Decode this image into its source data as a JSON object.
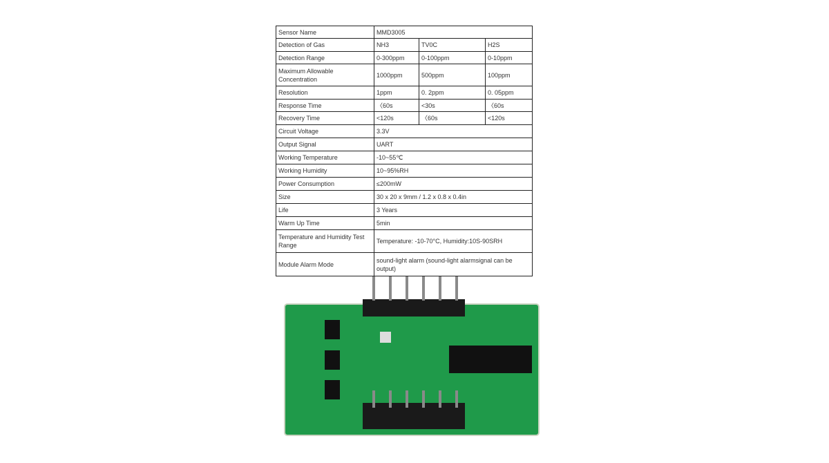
{
  "spec_table": {
    "sensor_name": {
      "label": "Sensor Name",
      "value": "MMD3005"
    },
    "gas": {
      "label": "Detection of Gas",
      "values": [
        "NH3",
        "TV0C",
        "H2S"
      ]
    },
    "range": {
      "label": "Detection Range",
      "values": [
        "0-300ppm",
        "0-100ppm",
        "0-10ppm"
      ]
    },
    "max_conc": {
      "label": "Maximum Allowable Concentration",
      "values": [
        "1000ppm",
        "500ppm",
        "100ppm"
      ]
    },
    "resolution": {
      "label": "Resolution",
      "values": [
        "1ppm",
        "0. 2ppm",
        "0. 05ppm"
      ]
    },
    "response": {
      "label": "Response Time",
      "values": [
        "〈60s",
        "<30s",
        "〈60s"
      ]
    },
    "recovery": {
      "label": "Recovery Time",
      "values": [
        "<120s",
        "〈60s",
        "<120s"
      ]
    },
    "single": [
      {
        "label": "Circuit Voltage",
        "value": "3.3V"
      },
      {
        "label": "Output Signal",
        "value": "UART"
      },
      {
        "label": "Working Temperature",
        "value": "-10~55℃"
      },
      {
        "label": "Working Humidity",
        "value": "10~95%RH"
      },
      {
        "label": "Power Consumption",
        "value": "≤200mW"
      },
      {
        "label": "Size",
        "value": "30 x 20 x 9mm / 1.2 x 0.8 x 0.4in"
      },
      {
        "label": "Life",
        "value": "3 Years"
      },
      {
        "label": "Warm Up Time",
        "value": "5min"
      },
      {
        "label": "Temperature and Humidity Test Range",
        "value": "Temperature: -10-70°C, Humidity:10S-90SRH"
      },
      {
        "label": "Module Alarm Mode",
        "value": "sound-light alarm (sound-light alarmsignal can be output)"
      }
    ]
  },
  "colors": {
    "pcb": "#1f9a4a",
    "header": "#1a1a1a"
  }
}
